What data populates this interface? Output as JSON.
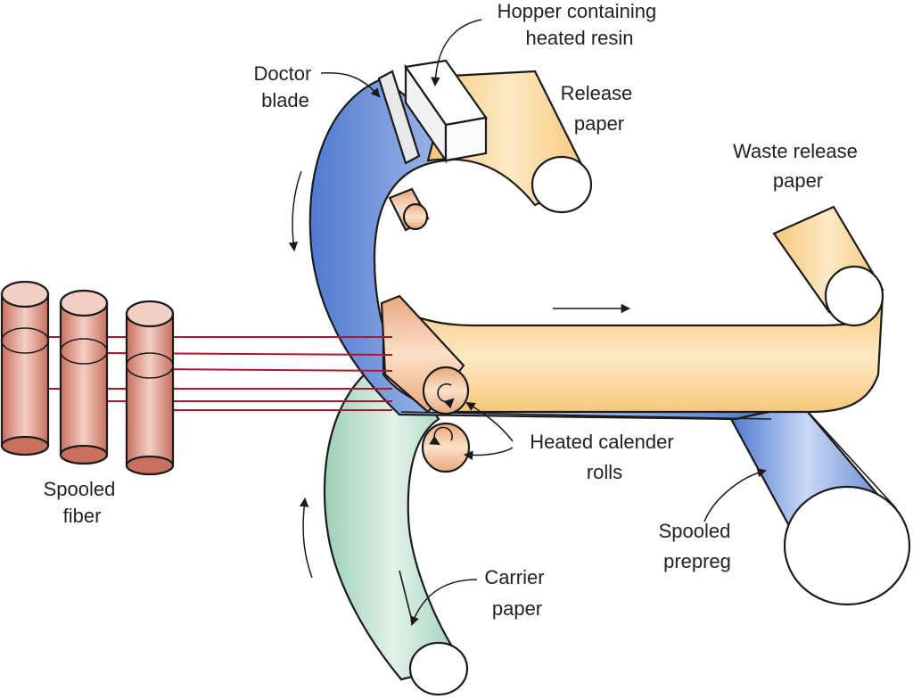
{
  "labels": {
    "hopper_line1": "Hopper containing",
    "hopper_line2": "heated resin",
    "doctor_line1": "Doctor",
    "doctor_line2": "blade",
    "release_line1": "Release",
    "release_line2": "paper",
    "waste_line1": "Waste release",
    "waste_line2": "paper",
    "spooled_fiber_line1": "Spooled",
    "spooled_fiber_line2": "fiber",
    "calender_line1": "Heated calender",
    "calender_line2": "rolls",
    "prepreg_line1": "Spooled",
    "prepreg_line2": "prepreg",
    "carrier_line1": "Carrier",
    "carrier_line2": "paper"
  },
  "colors": {
    "resin_blue": "#4f7ad0",
    "resin_blue_light": "#c9d8f5",
    "release_paper": "#f6c77a",
    "release_paper_light": "#fde9c4",
    "carrier_paper": "#9ccfb8",
    "carrier_paper_light": "#e2f1ea",
    "fiber_spool": "#d98878",
    "fiber_spool_light": "#f3cfc3",
    "fiber_line": "#b3152b",
    "roll_fill": "#f3c09a"
  }
}
